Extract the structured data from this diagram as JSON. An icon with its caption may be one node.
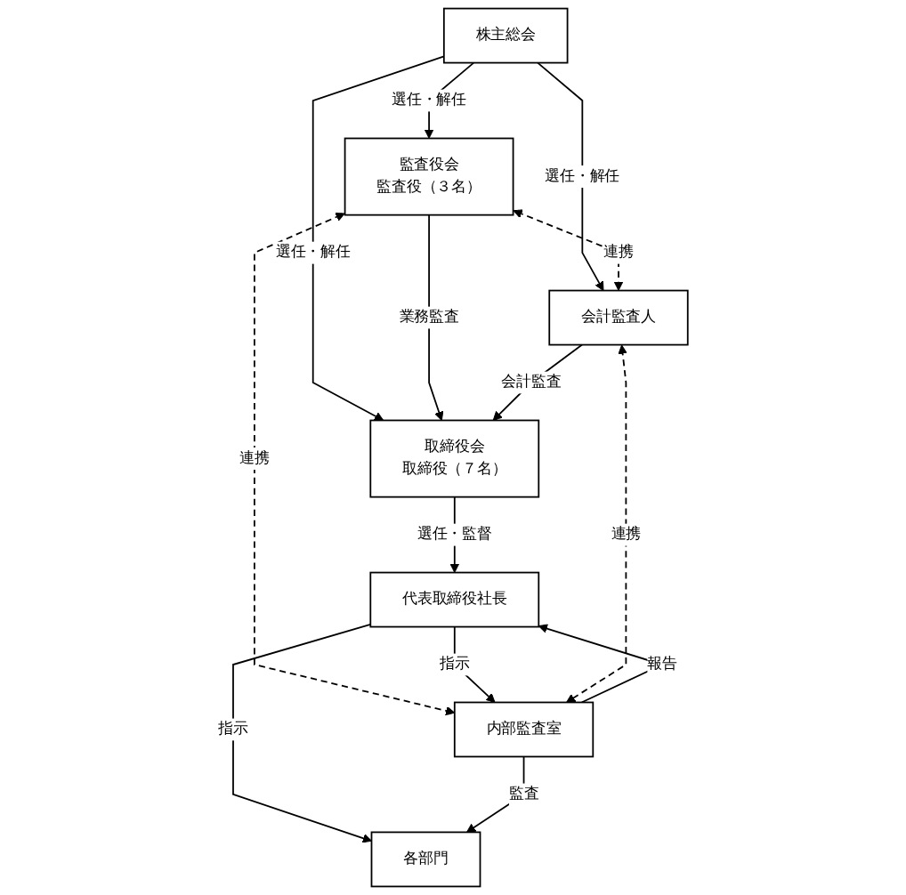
{
  "diagram": {
    "nodes": [
      {
        "text": [
          "株主総会"
        ]
      },
      {
        "text": [
          "監査役会",
          "監査役（３名）"
        ]
      },
      {
        "text": [
          "取締役会",
          "取締役（７名）"
        ]
      },
      {
        "text": [
          "会計監査人"
        ]
      },
      {
        "text": [
          "代表取締役社長"
        ]
      },
      {
        "text": [
          "内部監査室"
        ]
      },
      {
        "text": [
          "各部門"
        ]
      }
    ],
    "edges": [
      {
        "from": 0,
        "to": 1,
        "arrow": "to",
        "label": "選任・解任"
      },
      {
        "from": 0,
        "to": 2,
        "arrow": "to",
        "label": "選任・解任"
      },
      {
        "from": 0,
        "to": 3,
        "arrow": "to",
        "label": "選任・解任"
      },
      {
        "from": 1,
        "to": 2,
        "arrow": "to",
        "label": "業務監査"
      },
      {
        "from": 3,
        "to": 2,
        "arrow": "to",
        "label": "会計監査"
      },
      {
        "from": 1,
        "to": 3,
        "arrow": "both",
        "label": "連携",
        "style": "dashed"
      },
      {
        "from": 2,
        "to": 4,
        "arrow": "to",
        "label": "選任・監督"
      },
      {
        "from": 1,
        "to": 5,
        "arrow": "both",
        "label": "連携",
        "style": "dashed"
      },
      {
        "from": 4,
        "to": 5,
        "arrow": "to",
        "label": "指示"
      },
      {
        "from": 5,
        "to": 4,
        "arrow": "to",
        "label": "報告"
      },
      {
        "from": 4,
        "to": 6,
        "arrow": "to",
        "label": "指示"
      },
      {
        "from": 5,
        "to": 6,
        "arrow": "to",
        "label": "監査"
      },
      {
        "from": 3,
        "to": 5,
        "arrow": "both",
        "label": "連携",
        "style": "dashed"
      }
    ]
  }
}
